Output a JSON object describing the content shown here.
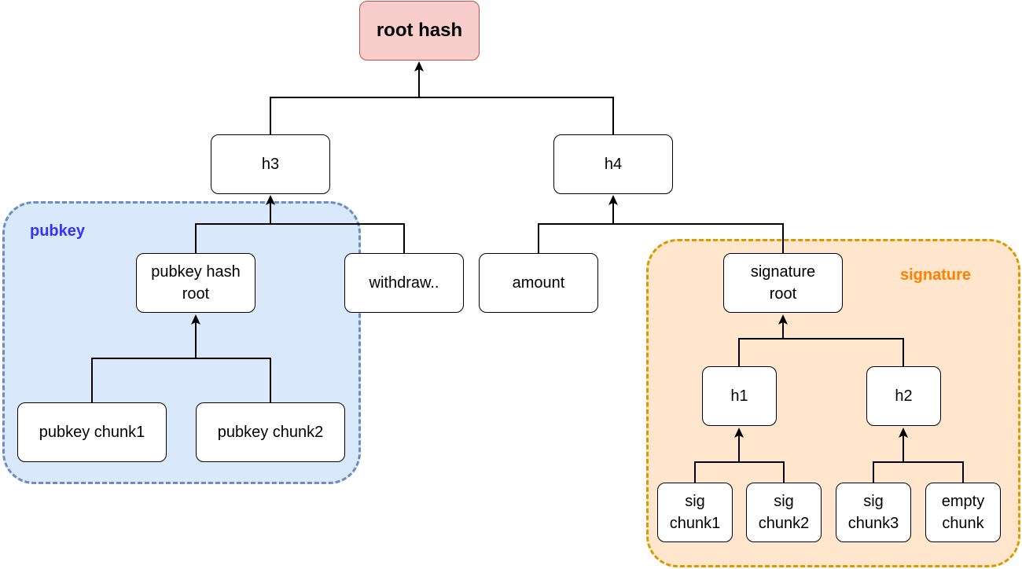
{
  "groups": {
    "pubkey": "pubkey",
    "signature": "signature"
  },
  "nodes": {
    "root": "root hash",
    "h3": "h3",
    "h4": "h4",
    "pubkey_hash_root": "pubkey hash root",
    "withdraw": "withdraw..",
    "amount": "amount",
    "signature_root": "signature root",
    "pubkey_chunk1": "pubkey chunk1",
    "pubkey_chunk2": "pubkey chunk2",
    "h1": "h1",
    "h2": "h2",
    "sig_chunk1": "sig chunk1",
    "sig_chunk2": "sig chunk2",
    "sig_chunk3": "sig chunk3",
    "empty_chunk": "empty chunk"
  }
}
